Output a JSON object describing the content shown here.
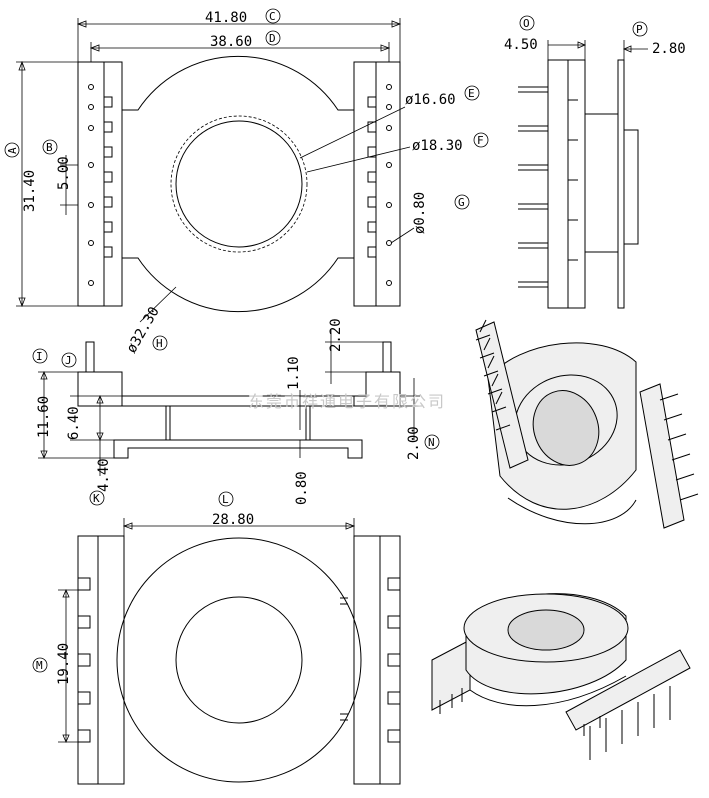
{
  "watermark": "东莞市祥通电子有限公司",
  "front_view": {
    "overall_width": {
      "value": "41.80",
      "tag": "C"
    },
    "pin_span": {
      "value": "38.60",
      "tag": "D"
    },
    "height": {
      "value": "31.40",
      "tag": "A"
    },
    "pin_pitch": {
      "value": "5.00",
      "tag": "B"
    },
    "inner_diameter": {
      "value": "ø16.60",
      "tag": "E"
    },
    "outer_core_diameter": {
      "value": "ø18.30",
      "tag": "F"
    },
    "pin_hole_diameter": {
      "value": "ø0.80",
      "tag": "G"
    },
    "flange_diameter": {
      "value": "ø32.30",
      "tag": "H"
    }
  },
  "side_view_top": {
    "left_offset": {
      "value": "4.50",
      "tag": "O"
    },
    "right_offset": {
      "value": "2.80",
      "tag": "P"
    }
  },
  "side_view_middle": {
    "total_height": {
      "value": "11.60",
      "tag": "I"
    },
    "base_height": {
      "value": "6.40",
      "tag": "J"
    },
    "bottom_height": {
      "value": "4.40",
      "tag": "K"
    },
    "flange_thickness": {
      "value": "1.10"
    },
    "pin_stub_height": {
      "value": "2.20"
    },
    "step_height": {
      "value": "2.00",
      "tag": "N"
    },
    "wall_thickness": {
      "value": "0.80"
    }
  },
  "bottom_view": {
    "width": {
      "value": "28.80",
      "tag": "L"
    },
    "height": {
      "value": "19.40",
      "tag": "M"
    }
  }
}
